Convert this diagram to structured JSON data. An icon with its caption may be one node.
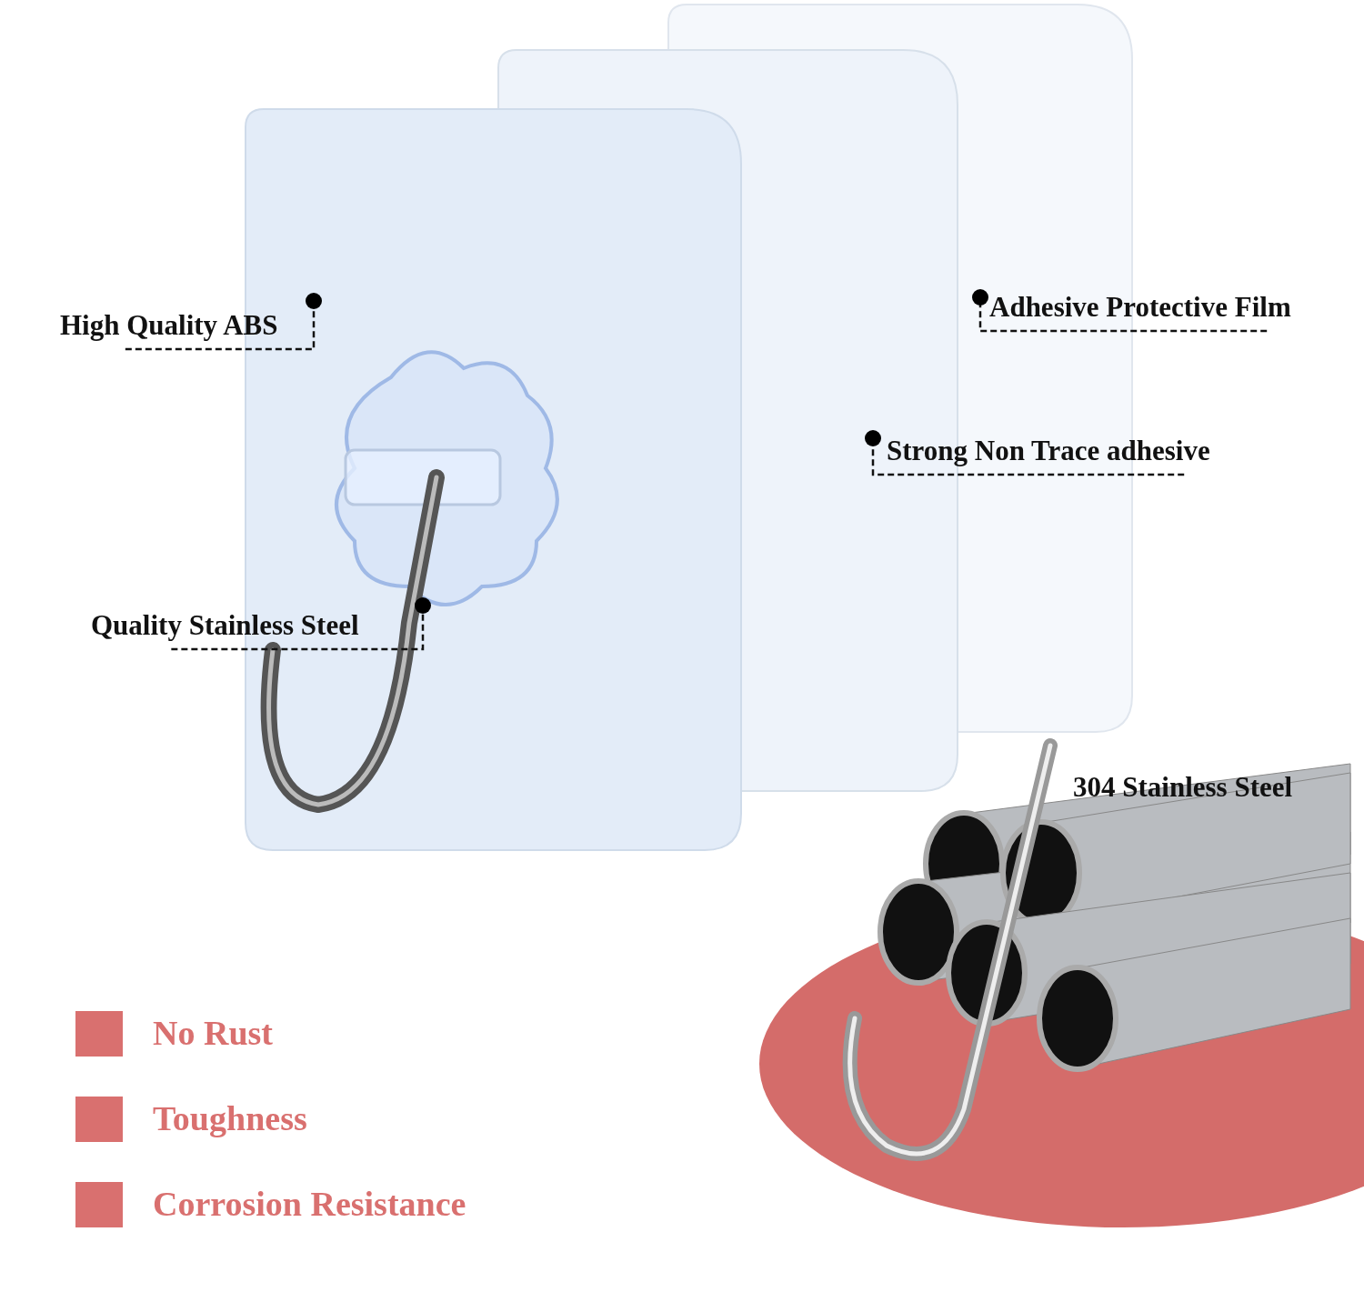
{
  "diagram": {
    "nodes": [
      {
        "text": [
          "High Quality ABS"
        ]
      },
      {
        "text": [],
        "shape": "box"
      },
      {
        "text": [
          "Quality Stainless Steel"
        ]
      },
      {
        "text": [],
        "shape": "picture",
        "in": 1
      },
      {
        "text": [],
        "shape": "box"
      },
      {
        "text": [
          "Strong Non Trace adhesive"
        ]
      },
      {
        "text": [],
        "shape": "box"
      },
      {
        "text": [
          "Adhesive Protective Film"
        ]
      }
    ],
    "edges": [
      {
        "from": 0,
        "to": 1,
        "arrow": "other",
        "style": "dashed"
      },
      {
        "from": 2,
        "to": 3,
        "arrow": "other",
        "style": "dashed"
      },
      {
        "from": 5,
        "to": 4,
        "arrow": "other",
        "style": "dashed"
      },
      {
        "from": 7,
        "to": 6,
        "arrow": "other",
        "style": "dashed"
      }
    ],
    "labels": [
      "304 Stainless Steel"
    ],
    "legend": [
      {
        "text": "No Rust",
        "color": "#d9706f"
      },
      {
        "text": "Toughness",
        "color": "#d9706f"
      },
      {
        "text": "Corrosion Resistance",
        "color": "#d9706f"
      }
    ]
  }
}
